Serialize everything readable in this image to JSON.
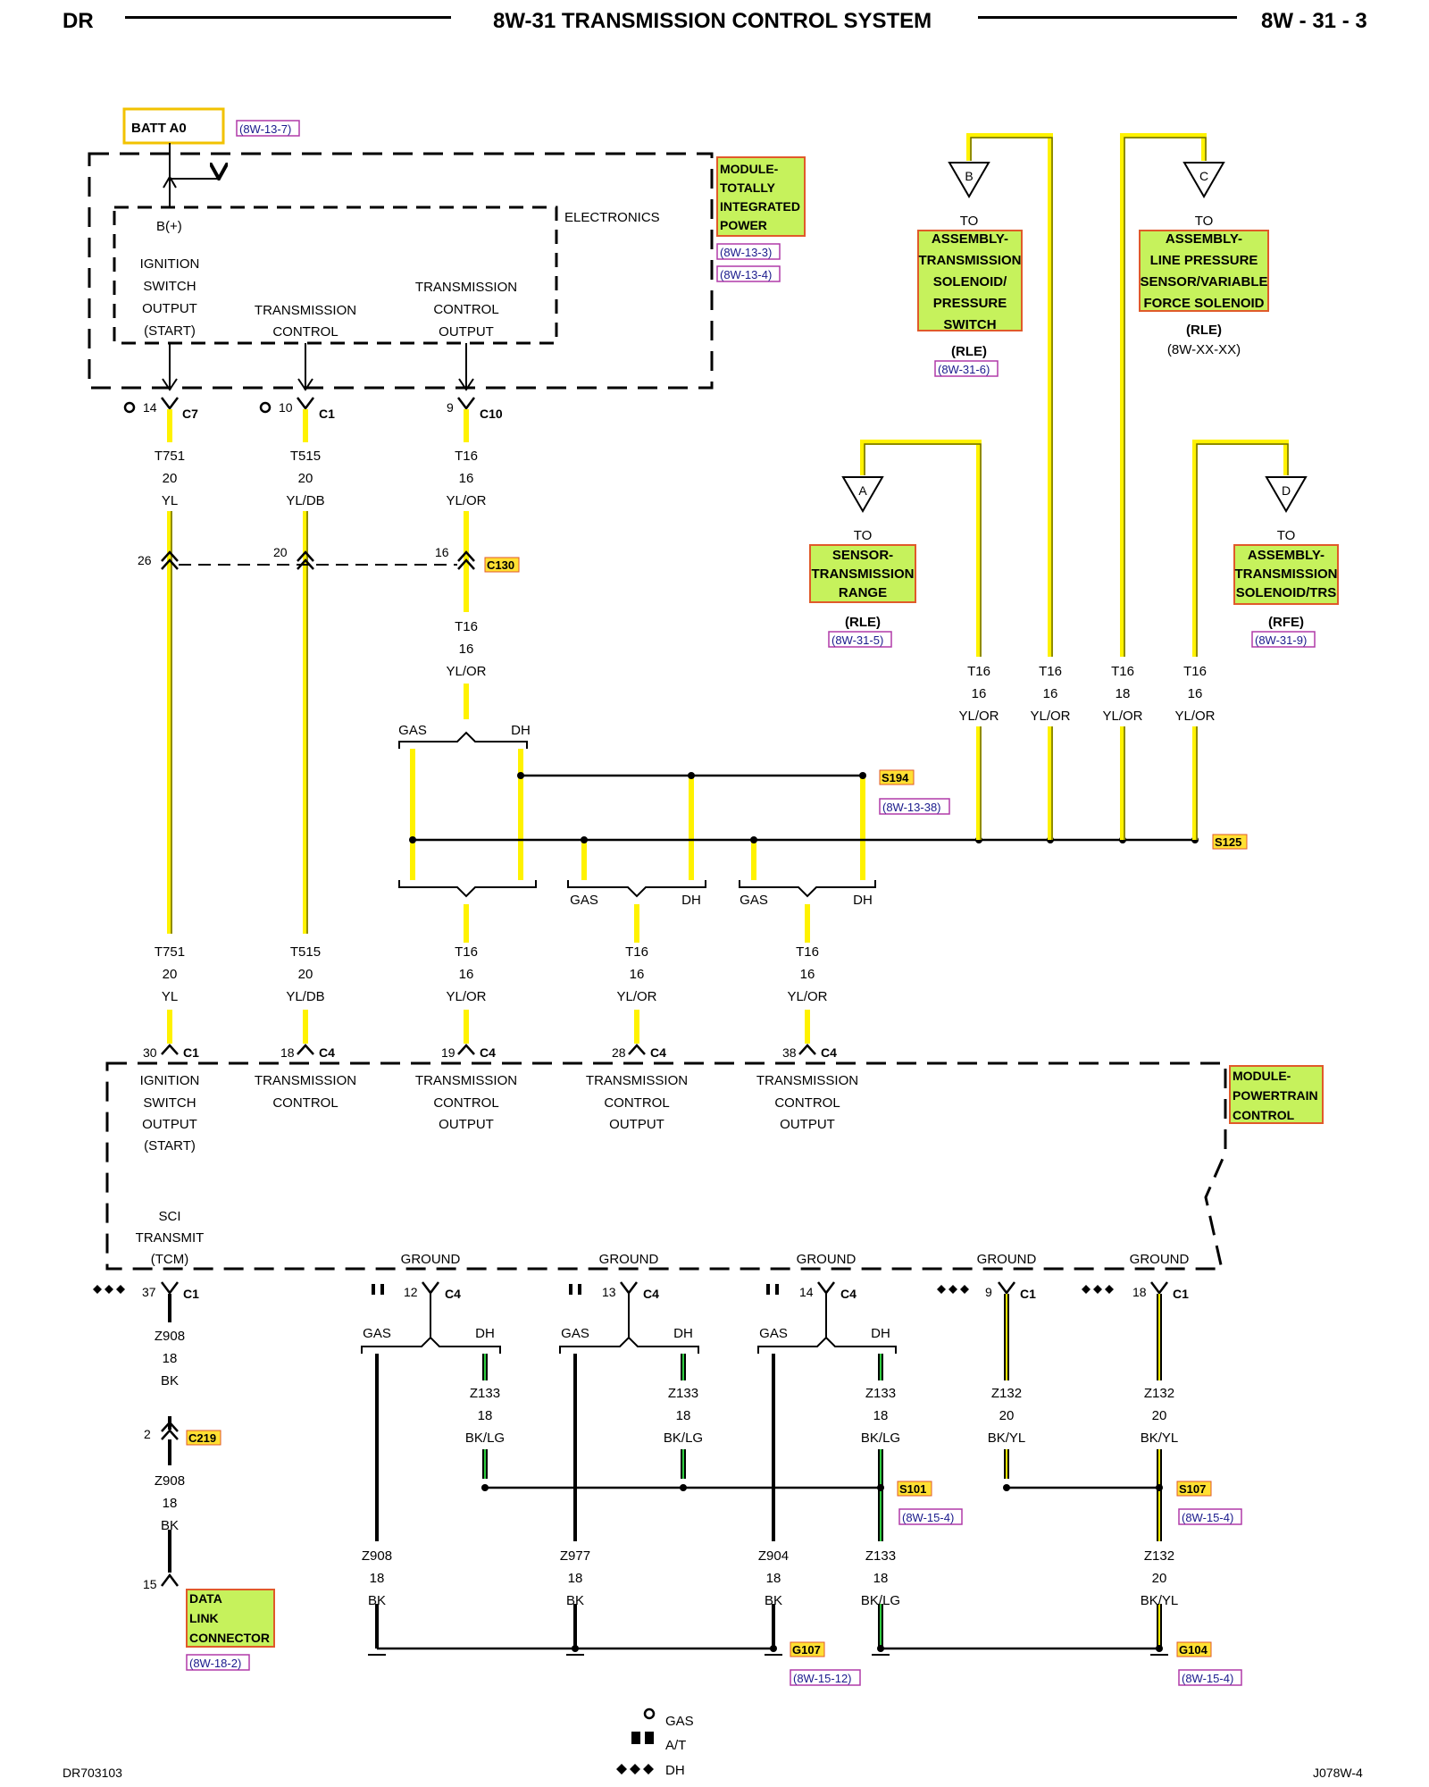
{
  "header": {
    "left": "DR",
    "title": "8W-31 TRANSMISSION CONTROL SYSTEM",
    "right": "8W - 31 - 3"
  },
  "footer": {
    "left": "DR703103",
    "right": "J078W-4"
  },
  "colors": {
    "wire_yellow": "#fff200",
    "wire_green": "#2ecc40",
    "box_fill": "#c6f25c",
    "box_border": "#e05a2a",
    "ref_border": "#b03aa8",
    "splice_fill": "#ffe033"
  },
  "batt": {
    "label": "BATT A0",
    "ref": "(8W-13-7)"
  },
  "tipm": {
    "name_lines": [
      "MODULE-",
      "TOTALLY",
      "INTEGRATED",
      "POWER"
    ],
    "refs": [
      "(8W-13-3)",
      "(8W-13-4)"
    ],
    "electronics": "ELECTRONICS",
    "bplus": "B(+)",
    "pins": [
      {
        "lines": [
          "IGNITION",
          "SWITCH",
          "OUTPUT",
          "(START)"
        ]
      },
      {
        "lines": [
          "TRANSMISSION",
          "CONTROL"
        ]
      },
      {
        "lines": [
          "TRANSMISSION",
          "CONTROL",
          "OUTPUT"
        ]
      }
    ]
  },
  "top_connectors": [
    {
      "pin": "14",
      "conn": "C7"
    },
    {
      "pin": "10",
      "conn": "C1"
    },
    {
      "pin": "9",
      "conn": "C10"
    }
  ],
  "wires_top": [
    [
      "T751",
      "20",
      "YL"
    ],
    [
      "T515",
      "20",
      "YL/DB"
    ],
    [
      "T16",
      "16",
      "YL/OR"
    ]
  ],
  "c130": {
    "pins": [
      "26",
      "20",
      "16"
    ],
    "name": "C130"
  },
  "wire_after_c130": [
    "T16",
    "16",
    "YL/OR"
  ],
  "gas_dh": {
    "gas": "GAS",
    "dh": "DH"
  },
  "splices": {
    "s194": "S194",
    "s194_ref": "(8W-13-38)",
    "s125": "S125"
  },
  "destinations": {
    "a": {
      "letter": "A",
      "to": "TO",
      "lines": [
        "SENSOR-",
        "TRANSMISSION",
        "RANGE"
      ],
      "rle": "(RLE)",
      "ref": "(8W-31-5)"
    },
    "b": {
      "letter": "B",
      "to": "TO",
      "lines": [
        "ASSEMBLY-",
        "TRANSMISSION",
        "SOLENOID/",
        "PRESSURE",
        "SWITCH"
      ],
      "rle": "(RLE)",
      "ref": "(8W-31-6)"
    },
    "c": {
      "letter": "C",
      "to": "TO",
      "lines": [
        "ASSEMBLY-",
        "LINE PRESSURE",
        "SENSOR/VARIABLE",
        "FORCE SOLENOID"
      ],
      "rle": "(RLE)",
      "ref": "(8W-XX-XX)"
    },
    "d": {
      "letter": "D",
      "to": "TO",
      "lines": [
        "ASSEMBLY-",
        "TRANSMISSION",
        "SOLENOID/TRS"
      ],
      "rle": "(RFE)",
      "ref": "(8W-31-9)"
    }
  },
  "right_wires": [
    [
      "T16",
      "16",
      "YL/OR"
    ],
    [
      "T16",
      "16",
      "YL/OR"
    ],
    [
      "T16",
      "18",
      "YL/OR"
    ],
    [
      "T16",
      "16",
      "YL/OR"
    ]
  ],
  "wires_mid": [
    [
      "T751",
      "20",
      "YL"
    ],
    [
      "T515",
      "20",
      "YL/DB"
    ],
    [
      "T16",
      "16",
      "YL/OR"
    ],
    [
      "T16",
      "16",
      "YL/OR"
    ],
    [
      "T16",
      "16",
      "YL/OR"
    ]
  ],
  "pcm_connectors": [
    {
      "pin": "30",
      "conn": "C1"
    },
    {
      "pin": "18",
      "conn": "C4"
    },
    {
      "pin": "19",
      "conn": "C4"
    },
    {
      "pin": "28",
      "conn": "C4"
    },
    {
      "pin": "38",
      "conn": "C4"
    }
  ],
  "pcm": {
    "name_lines": [
      "MODULE-",
      "POWERTRAIN",
      "CONTROL"
    ],
    "pins": [
      {
        "lines": [
          "IGNITION",
          "SWITCH",
          "OUTPUT",
          "(START)"
        ]
      },
      {
        "lines": [
          "TRANSMISSION",
          "CONTROL"
        ]
      },
      {
        "lines": [
          "TRANSMISSION",
          "CONTROL",
          "OUTPUT"
        ]
      },
      {
        "lines": [
          "TRANSMISSION",
          "CONTROL",
          "OUTPUT"
        ]
      },
      {
        "lines": [
          "TRANSMISSION",
          "CONTROL",
          "OUTPUT"
        ]
      }
    ],
    "sci": [
      "SCI",
      "TRANSMIT",
      "(TCM)"
    ],
    "ground": "GROUND"
  },
  "bottom_connectors": [
    {
      "pin": "37",
      "conn": "C1"
    },
    {
      "pin": "12",
      "conn": "C4"
    },
    {
      "pin": "13",
      "conn": "C4"
    },
    {
      "pin": "14",
      "conn": "C4"
    },
    {
      "pin": "9",
      "conn": "C1"
    },
    {
      "pin": "18",
      "conn": "C1"
    }
  ],
  "dlc_branch": {
    "wire1": [
      "Z908",
      "18",
      "BK"
    ],
    "c219_pin": "2",
    "c219": "C219",
    "wire2": [
      "Z908",
      "18",
      "BK"
    ],
    "dlc_pin": "15",
    "dlc_lines": [
      "DATA",
      "LINK",
      "CONNECTOR"
    ],
    "dlc_ref": "(8W-18-2)"
  },
  "ground_wires_dh": [
    [
      "Z133",
      "18",
      "BK/LG"
    ],
    [
      "Z133",
      "18",
      "BK/LG"
    ],
    [
      "Z133",
      "18",
      "BK/LG"
    ],
    [
      "Z132",
      "20",
      "BK/YL"
    ],
    [
      "Z132",
      "20",
      "BK/YL"
    ]
  ],
  "ground_splices": {
    "s101": "S101",
    "s101_ref": "(8W-15-4)",
    "s107": "S107",
    "s107_ref": "(8W-15-4)"
  },
  "ground_wires_low": [
    [
      "Z908",
      "18",
      "BK"
    ],
    [
      "Z977",
      "18",
      "BK"
    ],
    [
      "Z904",
      "18",
      "BK"
    ],
    [
      "Z133",
      "18",
      "BK/LG"
    ],
    [
      "Z132",
      "20",
      "BK/YL"
    ]
  ],
  "grounds": {
    "g107": "G107",
    "g107_ref": "(8W-15-12)",
    "g104": "G104",
    "g104_ref": "(8W-15-4)"
  },
  "legend": {
    "gas": "GAS",
    "at": "A/T",
    "dh": "DH"
  }
}
